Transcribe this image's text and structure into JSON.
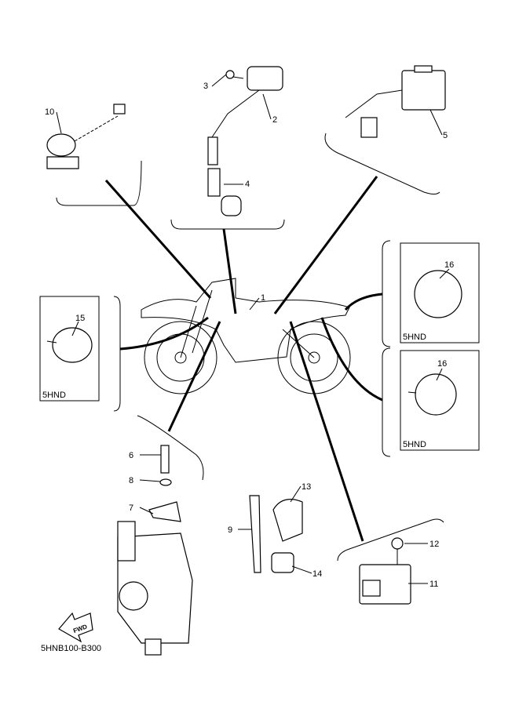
{
  "diagram": {
    "callouts": {
      "p1": "1",
      "p2": "2",
      "p3": "3",
      "p4": "4",
      "p5": "5",
      "p6": "6",
      "p7": "7",
      "p8": "8",
      "p9": "9",
      "p10": "10",
      "p11": "11",
      "p12": "12",
      "p13": "13",
      "p14": "14",
      "p15": "15",
      "p16a": "16",
      "p16b": "16"
    },
    "variant_labels": {
      "left": "5HND",
      "right_top": "5HND",
      "right_bottom": "5HND"
    },
    "fwd_arrow": "FWD",
    "diagram_code": "5HNB100-B300"
  }
}
